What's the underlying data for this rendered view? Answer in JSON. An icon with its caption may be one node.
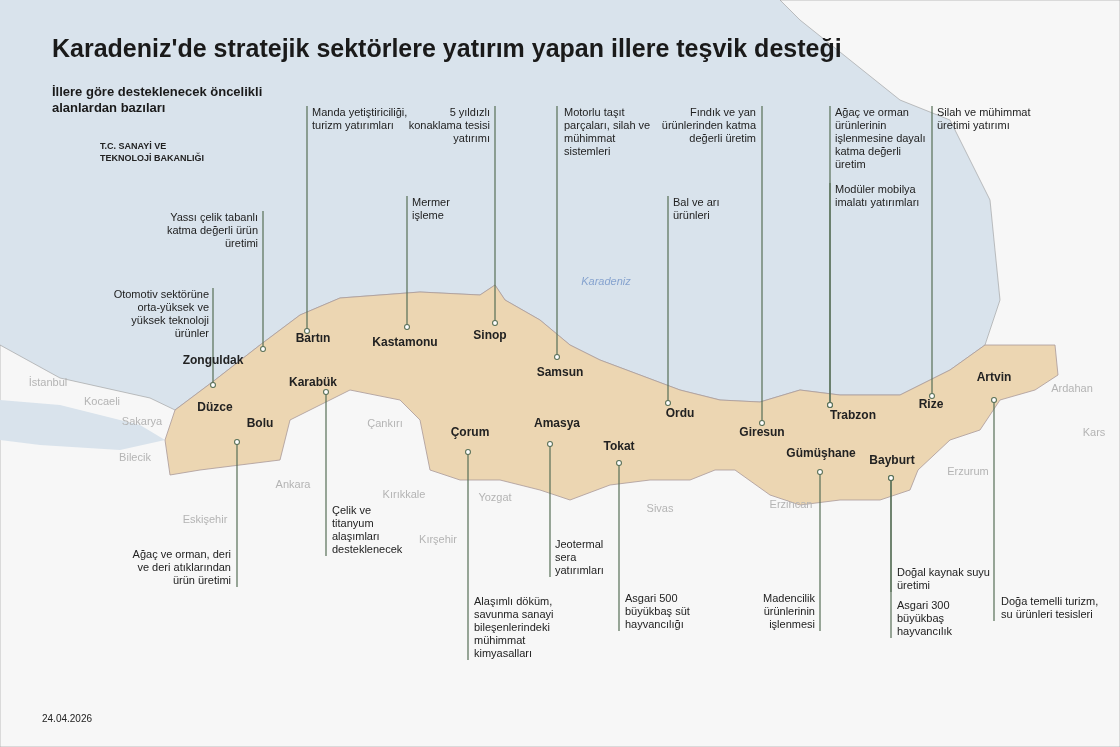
{
  "diagram": {
    "title": "Karadeniz'de stratejik sektörlere yatırım yapan illere teşvik desteği",
    "nodes": [
      {
        "text": [
          "Manda yetiştiriciliği, turizm yatırımları"
        ]
      },
      {
        "text": [
          "5 yıldızlı konaklama tesisi yatırımı"
        ]
      },
      {
        "text": [
          "Motorlu taşıt parçaları, silah ve mühimmat sistemleri"
        ]
      },
      {
        "text": [
          "Fındık ve yan ürünlerinden katma değerli üretim"
        ]
      },
      {
        "text": [
          "Ağaç ve orman ürünlerinin işlenmesine dayalı katma değerli üretim"
        ]
      },
      {
        "text": [
          "Silah ve mühimmat üretimi yatırımı"
        ]
      },
      {
        "text": [
          "Modüler mobilya imalatı yatırımları"
        ]
      },
      {
        "text": [
          "Mermer işleme"
        ]
      },
      {
        "text": [
          "Bal ve arı ürünleri"
        ]
      },
      {
        "text": [
          "Yassı çelik tabanlı katma değerli ürün üretimi"
        ]
      },
      {
        "text": [
          "Otomotiv sektörüne orta-yüksek ve yüksek teknoloji ürünler"
        ]
      },
      {
        "text": [
          "Bartın"
        ]
      },
      {
        "text": [
          "Kastamonu"
        ]
      },
      {
        "text": [
          "Sinop"
        ]
      },
      {
        "text": [
          "Zonguldak"
        ]
      },
      {
        "text": [
          "Samsun"
        ]
      },
      {
        "text": [
          "Karabük"
        ]
      },
      {
        "text": [
          "Rize"
        ]
      },
      {
        "text": [
          "Artvin"
        ]
      },
      {
        "text": [
          "Düzce"
        ]
      },
      {
        "text": [
          "Ordu"
        ]
      },
      {
        "text": [
          "Bolu"
        ]
      },
      {
        "text": [
          "Trabzon"
        ]
      },
      {
        "text": [
          "Amasya"
        ]
      },
      {
        "text": [
          "Çorum"
        ]
      },
      {
        "text": [
          "Giresun"
        ]
      },
      {
        "text": [
          "Tokat"
        ]
      },
      {
        "text": [
          "Gümüşhane"
        ]
      },
      {
        "text": [
          "Bayburt"
        ]
      },
      {
        "text": [
          "Çelik ve titanyum alaşımları desteklenecek"
        ]
      },
      {
        "text": [
          "Ağaç ve orman, deri ve deri atıklarından ürün üretimi"
        ]
      },
      {
        "text": [
          "Jeotermal sera yatırımları"
        ]
      },
      {
        "text": [
          "Doğal kaynak suyu üretimi"
        ]
      },
      {
        "text": [
          "Asgari 500 büyükbaş süt hayvancılığı"
        ]
      },
      {
        "text": [
          "Madencilik ürünlerinin işlenmesi"
        ]
      },
      {
        "text": [
          "Asgari 300 büyükbaş hayvancılık"
        ]
      },
      {
        "text": [
          "Doğa temelli turizm, su ürünleri tesisleri"
        ]
      },
      {
        "text": [
          "Alaşımlı döküm, savunma sanayi bileşenlerindeki mühimmat kimyasalları"
        ]
      }
    ],
    "edges": [
      {
        "from": 0,
        "to": 11,
        "arrow": "other"
      },
      {
        "from": 1,
        "to": 13,
        "arrow": "other"
      },
      {
        "from": 2,
        "to": 15,
        "arrow": "other"
      },
      {
        "from": 3,
        "to": 25,
        "arrow": "other"
      },
      {
        "from": 4,
        "to": 22,
        "arrow": "other"
      },
      {
        "from": 5,
        "to": 17,
        "arrow": "other"
      },
      {
        "from": 6,
        "to": 22,
        "arrow": "other"
      },
      {
        "from": 7,
        "to": 12,
        "arrow": "other"
      },
      {
        "from": 8,
        "to": 20,
        "arrow": "other"
      },
      {
        "from": 9,
        "to": 14,
        "arrow": "other"
      },
      {
        "from": 10,
        "to": 19,
        "arrow": "other"
      },
      {
        "from": 29,
        "to": 16,
        "arrow": "other"
      },
      {
        "from": 30,
        "to": 21,
        "arrow": "other"
      },
      {
        "from": 31,
        "to": 23,
        "arrow": "other"
      },
      {
        "from": 32,
        "to": 28,
        "arrow": "other"
      },
      {
        "from": 33,
        "to": 26,
        "arrow": "other"
      },
      {
        "from": 34,
        "to": 27,
        "arrow": "other"
      },
      {
        "from": 35,
        "to": 28,
        "arrow": "other"
      },
      {
        "from": 36,
        "to": 18,
        "arrow": "other"
      },
      {
        "from": 37,
        "to": 24,
        "arrow": "other"
      }
    ],
    "labels": [
      "İllere göre desteklenecek öncelikli alanlardan bazıları",
      "T.C. SANAYİ VE TEKNOLOJİ BAKANLIĞI",
      "Karadeniz",
      "İstanbul",
      "Kocaeli",
      "Sakarya",
      "Bilecik",
      "Çankırı",
      "Ankara",
      "Kırıkkale",
      "Yozgat",
      "Sivas",
      "Erzincan",
      "Erzurum",
      "Ardahan",
      "Kars",
      "Eskişehir",
      "Kırşehir",
      "24.04.2026"
    ]
  }
}
